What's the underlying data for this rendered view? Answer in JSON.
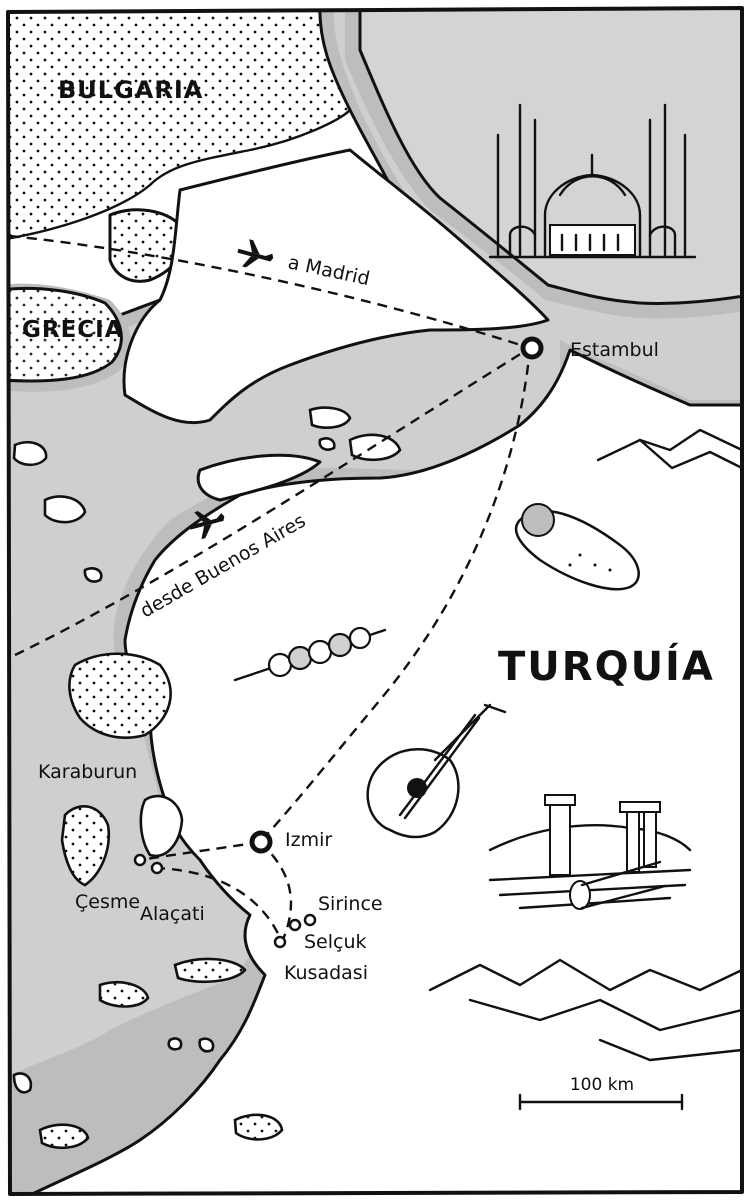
{
  "countries": {
    "bulgaria": "BULGARIA",
    "grecia": "GRECIA",
    "turquia": "TURQUÍA"
  },
  "cities": {
    "estambul": "Estambul",
    "izmir": "Izmir",
    "karaburun": "Karaburun",
    "cesme": "Çesme",
    "alacati": "Alaçati",
    "sirince": "Sirince",
    "selcuk": "Selçuk",
    "kusadasi": "Kusadasi"
  },
  "routes": {
    "to_madrid": "a Madrid",
    "from_buenos_aires": "desde Buenos Aires"
  },
  "scale": {
    "label": "100 km"
  },
  "icons": [
    "mosque-icon",
    "airplane-icon",
    "kebab-wrap-icon",
    "skewer-icon",
    "oud-icon",
    "ruins-icon",
    "mountains-icon"
  ],
  "colors": {
    "sea": "#cfcfcf",
    "land": "#ffffff",
    "ink": "#111111"
  }
}
